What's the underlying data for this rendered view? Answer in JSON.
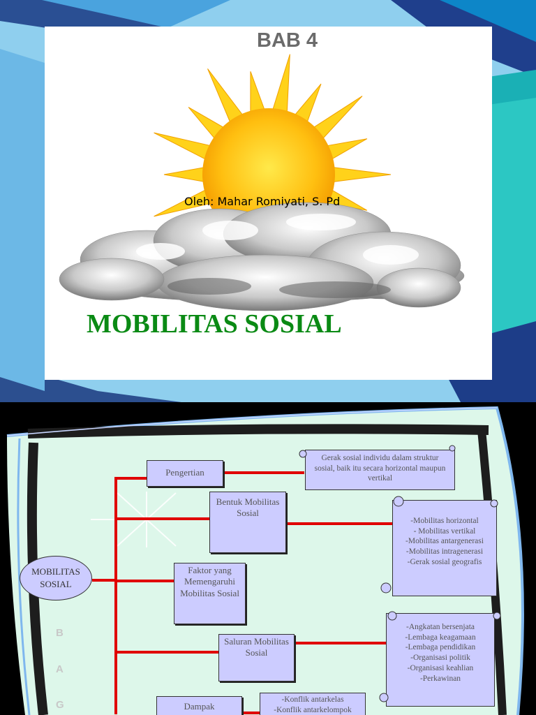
{
  "slide1": {
    "heading": "BAB 4",
    "author": "Oleh: Mahar Romiyati, S. Pd",
    "title": "MOBILITAS SOSIAL"
  },
  "slide2": {
    "center": "MOBILITAS SOSIAL",
    "side_letters": [
      "B",
      "A",
      "G"
    ],
    "pengertian": "Pengertian",
    "pengertian_desc": "Gerak sosial individu dalam struktur sosial, baik itu secara horizontal maupun vertikal",
    "bentuk": "Bentuk Mobilitas Sosial",
    "bentuk_items": [
      "-Mobilitas horizontal",
      "- Mobilitas vertikal",
      "-Mobilitas antargenerasi",
      "-Mobilitas intragenerasi",
      "-Gerak sosial geografis"
    ],
    "faktor": "Faktor yang Memengaruhi Mobilitas Sosial",
    "saluran": "Saluran Mobilitas Sosial",
    "saluran_items": [
      "-Angkatan bersenjata",
      "-Lembaga keagamaan",
      "-Lembaga pendidikan",
      "-Organisasi politik",
      "-Organisasi keahlian",
      "-Perkawinan"
    ],
    "dampak": "Dampak",
    "dampak_items": [
      "-Konflik antarkelas",
      "-Konflik antarkelompok"
    ]
  }
}
